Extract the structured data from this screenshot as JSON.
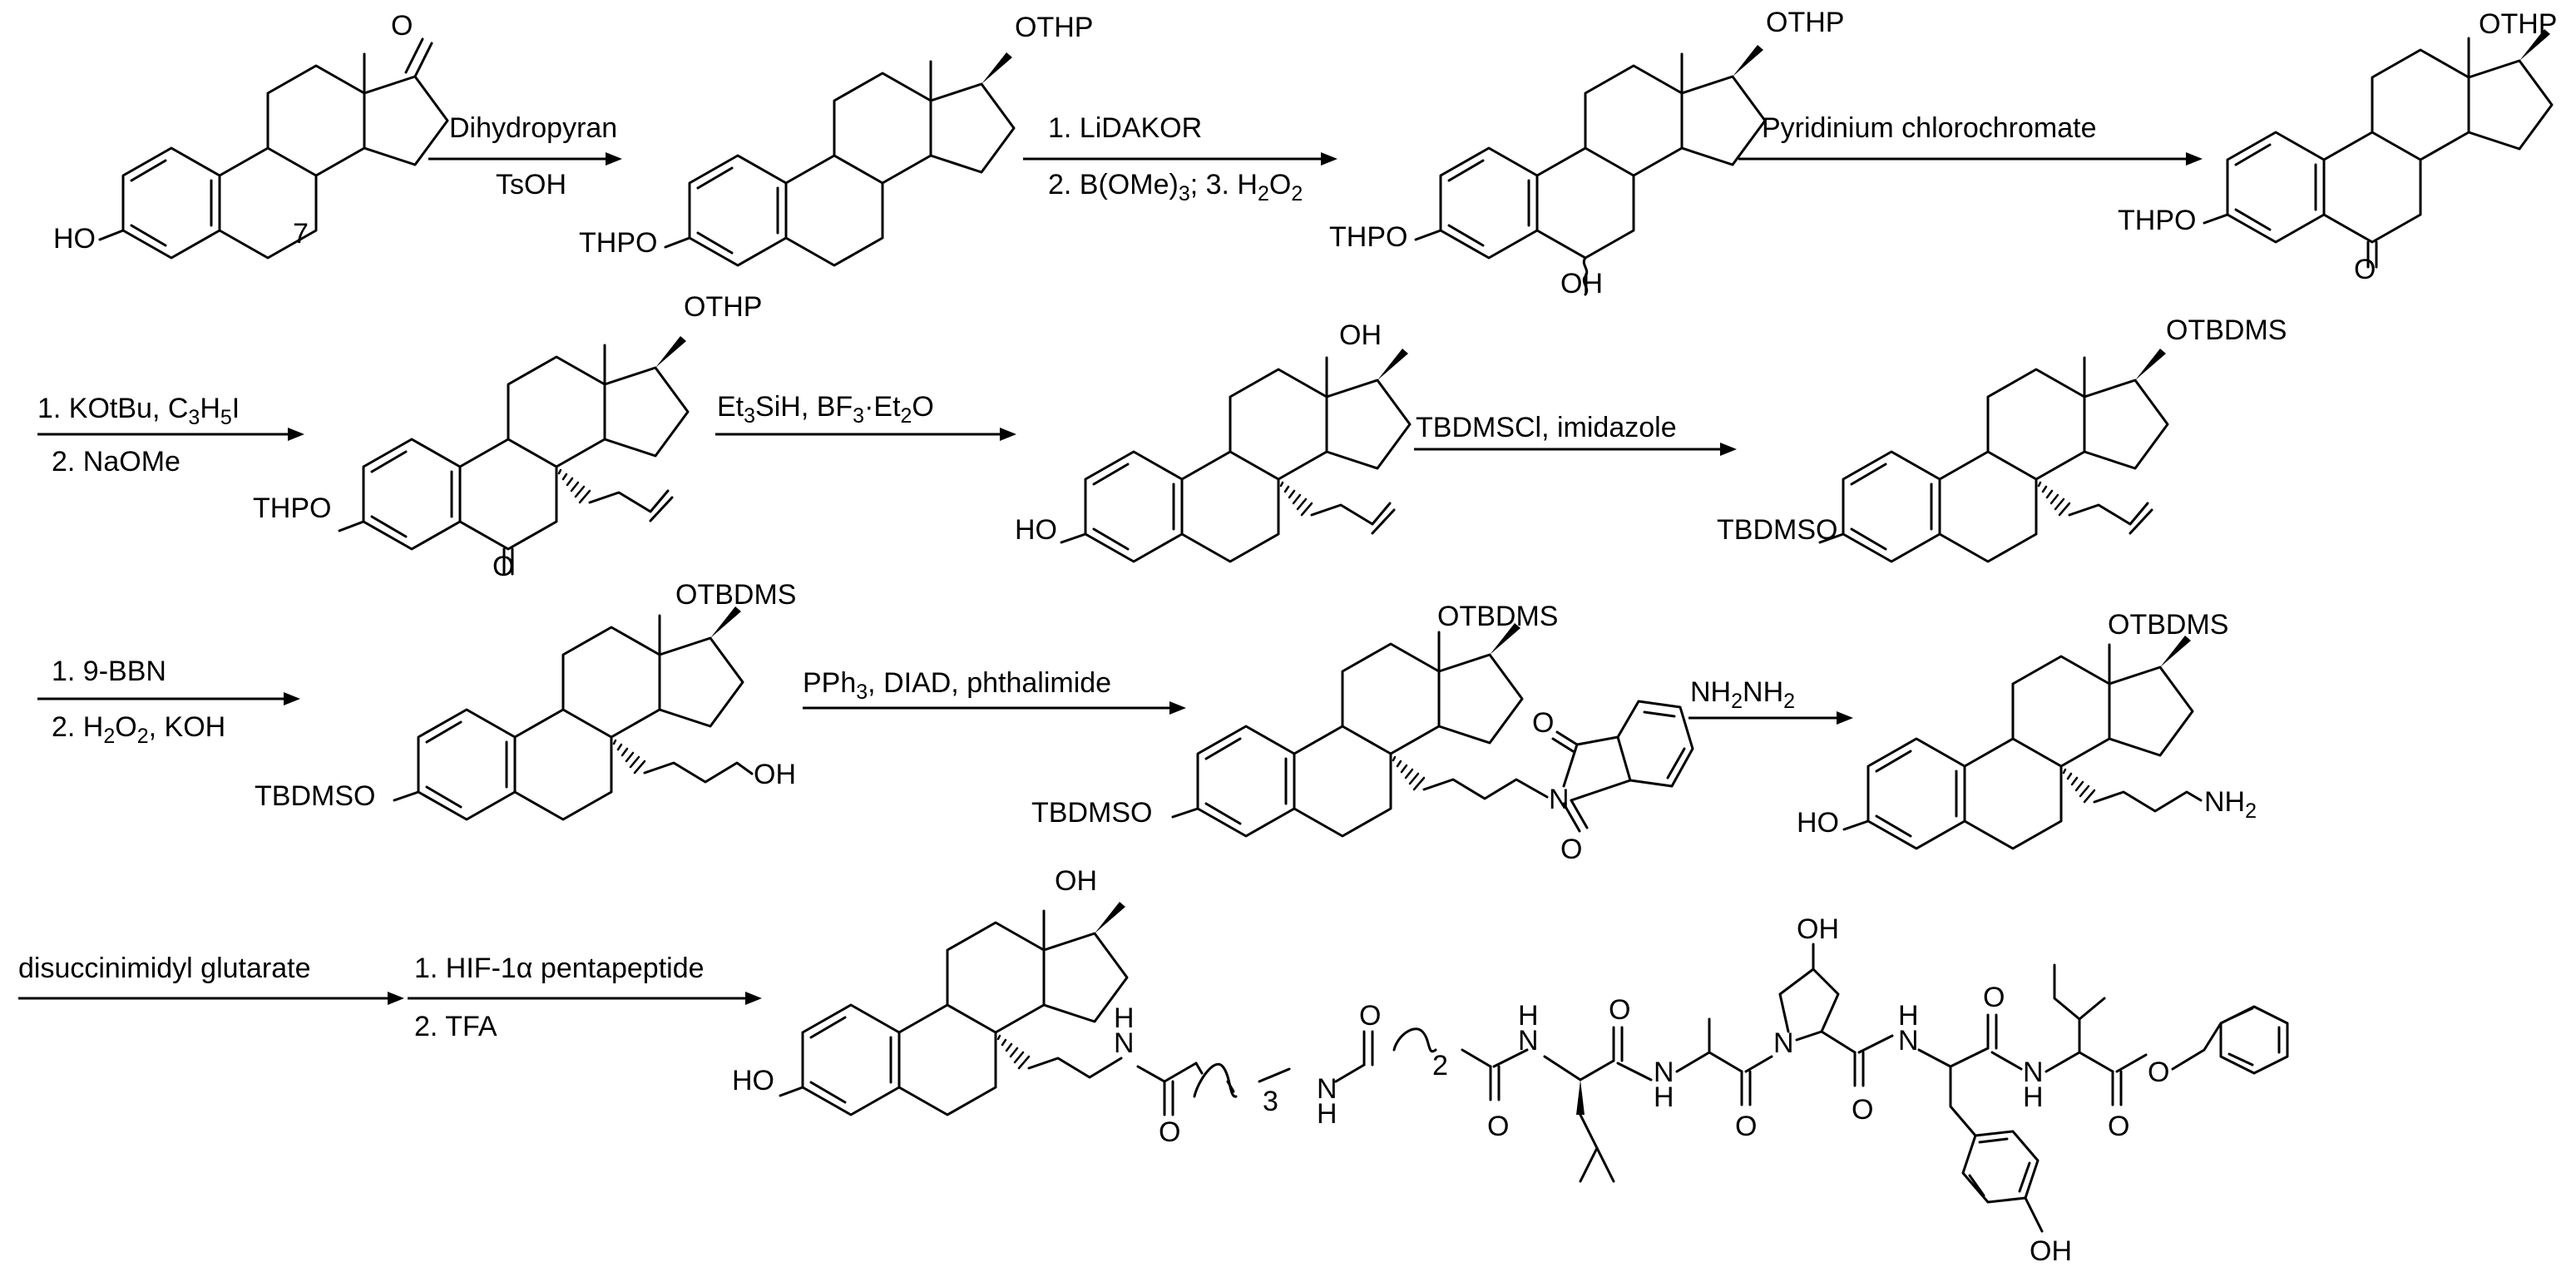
{
  "reagents": {
    "r1_top": "Dihydropyran",
    "r1_bottom": "TsOH",
    "r2_top": "1. LiDAKOR",
    "r2_bottom_a": "2. B(OMe)",
    "r2_bottom_b": "3",
    "r2_bottom_c": "; 3. H",
    "r2_bottom_d": "2",
    "r2_bottom_e": "O",
    "r2_bottom_f": "2",
    "r3_top": "Pyridinium chlorochromate",
    "r4_top_a": "1. KOtBu, C",
    "r4_top_b": "3",
    "r4_top_c": "H",
    "r4_top_d": "5",
    "r4_top_e": "I",
    "r4_bottom": "2. NaOMe",
    "r5_top_a": "Et",
    "r5_top_b": "3",
    "r5_top_c": "SiH, BF",
    "r5_top_d": "3",
    "r5_top_e": "·Et",
    "r5_top_f": "2",
    "r5_top_g": "O",
    "r6_top": "TBDMSCl, imidazole",
    "r7_top": "1. 9-BBN",
    "r7_bottom_a": "2. H",
    "r7_bottom_b": "2",
    "r7_bottom_c": "O",
    "r7_bottom_d": "2",
    "r7_bottom_e": ", KOH",
    "r8_top_a": "PPh",
    "r8_top_b": "3",
    "r8_top_c": ", DIAD, phthalimide",
    "r9_top_a": "NH",
    "r9_top_b": "2",
    "r9_top_c": "NH",
    "r9_top_d": "2",
    "r10_top": "disuccinimidyl glutarate",
    "r11_top": "1. HIF-1α  pentapeptide",
    "r11_bottom": "2. TFA"
  },
  "atoms": {
    "o": "O",
    "oh": "OH",
    "ho": "HO",
    "othp": "OTHP",
    "thpo": "THPO",
    "otbdms": "OTBDMS",
    "tbdmso": "TBDMSO",
    "n": "N",
    "nh": "N",
    "h": "H",
    "nh2_a": "NH",
    "nh2_b": "2",
    "pos7": "7",
    "rep3": "3",
    "rep2": "2"
  }
}
